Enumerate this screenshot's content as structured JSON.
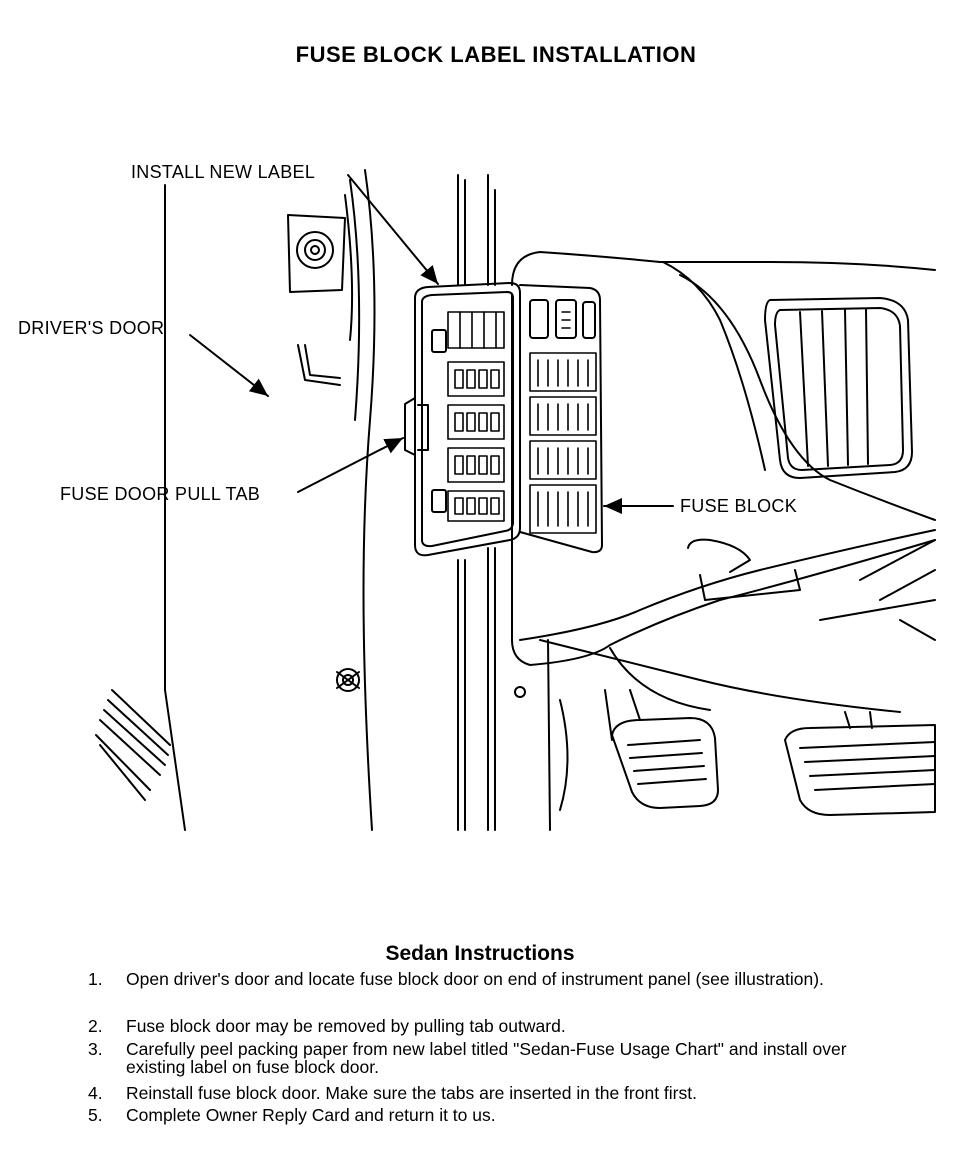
{
  "title": "FUSE BLOCK LABEL INSTALLATION",
  "callouts": {
    "install_new_label": "INSTALL NEW LABEL",
    "drivers_door": "DRIVER'S DOOR",
    "fuse_door_pull_tab": "FUSE DOOR PULL TAB",
    "fuse_block": "FUSE BLOCK"
  },
  "instructions": {
    "heading": "Sedan Instructions",
    "steps": [
      {
        "num": "1.",
        "text": "Open driver's door and locate fuse block door on end of instrument panel (see illustration)."
      },
      {
        "num": "2.",
        "text": "Fuse block door may be removed by pulling tab outward."
      },
      {
        "num": "3.",
        "text": "Carefully peel packing paper from new label titled \"Sedan-Fuse Usage Chart\" and install over existing label on fuse block door."
      },
      {
        "num": "4.",
        "text": "Reinstall fuse block door. Make sure the tabs are inserted in the front first."
      },
      {
        "num": "5.",
        "text": "Complete Owner Reply Card and return it to us."
      }
    ]
  }
}
